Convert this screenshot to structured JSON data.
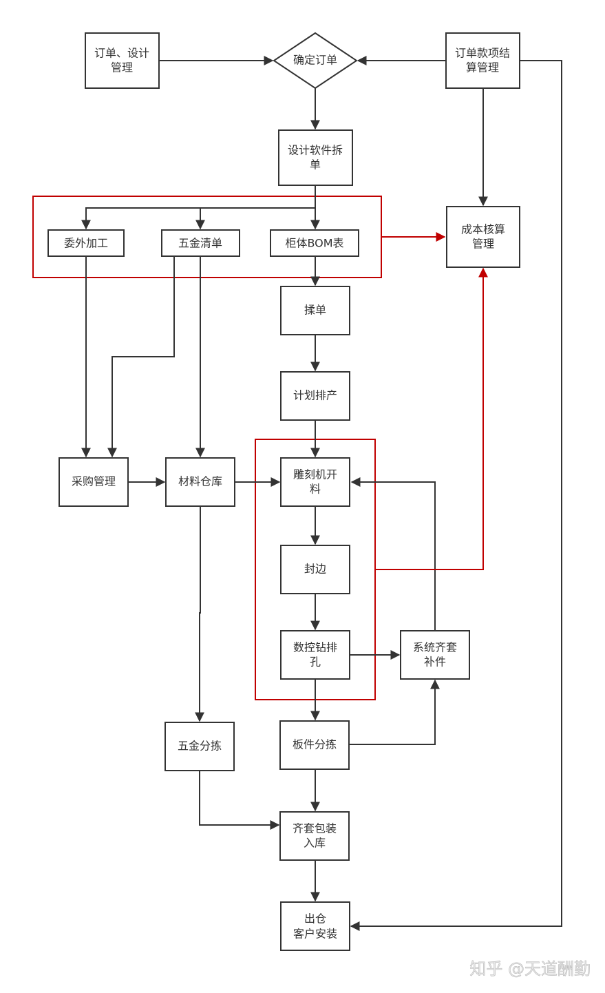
{
  "diagram": {
    "type": "flowchart",
    "nodes": [
      {
        "id": "order_design",
        "shape": "rect",
        "lines": [
          "订单、设计",
          "管理"
        ]
      },
      {
        "id": "confirm_order",
        "shape": "diamond",
        "lines": [
          "确定订单"
        ]
      },
      {
        "id": "payment_settle",
        "shape": "rect",
        "lines": [
          "订单款项结",
          "算管理"
        ]
      },
      {
        "id": "design_split",
        "shape": "rect",
        "lines": [
          "设计软件拆",
          "单"
        ]
      },
      {
        "id": "outsource",
        "shape": "rect",
        "lines": [
          "委外加工"
        ]
      },
      {
        "id": "hardware_list",
        "shape": "rect",
        "lines": [
          "五金清单"
        ]
      },
      {
        "id": "cabinet_bom",
        "shape": "rect",
        "lines": [
          "柜体BOM表"
        ]
      },
      {
        "id": "cost_accounting",
        "shape": "rect",
        "lines": [
          "成本核算",
          "管理"
        ]
      },
      {
        "id": "merge_orders",
        "shape": "rect",
        "lines": [
          "揉单"
        ]
      },
      {
        "id": "production_plan",
        "shape": "rect",
        "lines": [
          "计划排产"
        ]
      },
      {
        "id": "purchasing",
        "shape": "rect",
        "lines": [
          "采购管理"
        ]
      },
      {
        "id": "material_warehouse",
        "shape": "rect",
        "lines": [
          "材料仓库"
        ]
      },
      {
        "id": "cnc_cutting",
        "shape": "rect",
        "lines": [
          "雕刻机开",
          "料"
        ]
      },
      {
        "id": "edge_banding",
        "shape": "rect",
        "lines": [
          "封边"
        ]
      },
      {
        "id": "cnc_drilling",
        "shape": "rect",
        "lines": [
          "数控钻排",
          "孔"
        ]
      },
      {
        "id": "system_kit",
        "shape": "rect",
        "lines": [
          "系统齐套",
          "补件"
        ]
      },
      {
        "id": "hardware_sort",
        "shape": "rect",
        "lines": [
          "五金分拣"
        ]
      },
      {
        "id": "panel_sort",
        "shape": "rect",
        "lines": [
          "板件分拣"
        ]
      },
      {
        "id": "kit_pack",
        "shape": "rect",
        "lines": [
          "齐套包装",
          "入库"
        ]
      },
      {
        "id": "ship_install",
        "shape": "rect",
        "lines": [
          "出仓",
          "客户安装"
        ]
      }
    ],
    "edges": [
      {
        "from": "order_design",
        "to": "confirm_order"
      },
      {
        "from": "payment_settle",
        "to": "confirm_order"
      },
      {
        "from": "confirm_order",
        "to": "design_split"
      },
      {
        "from": "payment_settle",
        "to": "cost_accounting"
      },
      {
        "from": "payment_settle",
        "to": "ship_install"
      },
      {
        "from": "design_split",
        "to": "outsource"
      },
      {
        "from": "design_split",
        "to": "hardware_list"
      },
      {
        "from": "design_split",
        "to": "cabinet_bom"
      },
      {
        "from": "split_group",
        "to": "cost_accounting",
        "color": "red"
      },
      {
        "from": "cabinet_bom",
        "to": "merge_orders"
      },
      {
        "from": "merge_orders",
        "to": "production_plan"
      },
      {
        "from": "production_plan",
        "to": "cnc_cutting"
      },
      {
        "from": "outsource",
        "to": "purchasing"
      },
      {
        "from": "hardware_list",
        "to": "purchasing"
      },
      {
        "from": "hardware_list",
        "to": "material_warehouse"
      },
      {
        "from": "purchasing",
        "to": "material_warehouse"
      },
      {
        "from": "material_warehouse",
        "to": "cnc_cutting"
      },
      {
        "from": "material_warehouse",
        "to": "hardware_sort"
      },
      {
        "from": "cnc_cutting",
        "to": "edge_banding"
      },
      {
        "from": "edge_banding",
        "to": "cnc_drilling"
      },
      {
        "from": "cnc_drilling",
        "to": "system_kit"
      },
      {
        "from": "system_kit",
        "to": "cnc_cutting"
      },
      {
        "from": "production_group",
        "to": "cost_accounting",
        "color": "red"
      },
      {
        "from": "cnc_drilling",
        "to": "panel_sort"
      },
      {
        "from": "panel_sort",
        "to": "system_kit"
      },
      {
        "from": "panel_sort",
        "to": "kit_pack"
      },
      {
        "from": "hardware_sort",
        "to": "kit_pack"
      },
      {
        "from": "kit_pack",
        "to": "ship_install"
      }
    ],
    "groups": [
      {
        "id": "split_group",
        "members": [
          "outsource",
          "hardware_list",
          "cabinet_bom"
        ],
        "color": "#c00000"
      },
      {
        "id": "production_group",
        "members": [
          "cnc_cutting",
          "edge_banding",
          "cnc_drilling"
        ],
        "color": "#c00000"
      }
    ],
    "colors": {
      "line": "#333333",
      "highlight": "#c00000"
    }
  },
  "watermark": "知乎 @天道酬勤"
}
